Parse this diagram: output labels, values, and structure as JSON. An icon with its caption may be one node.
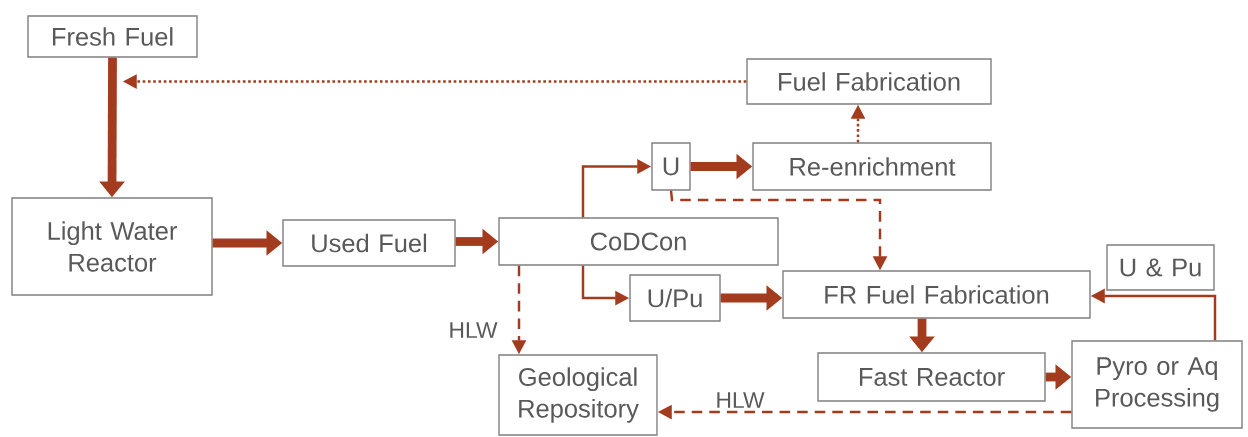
{
  "diagram": {
    "nodes": [
      {
        "text": [
          "Fresh Fuel"
        ]
      },
      {
        "text": [
          "Fuel Fabrication"
        ]
      },
      {
        "text": [
          "Light Water Reactor"
        ]
      },
      {
        "text": [
          "Used Fuel"
        ]
      },
      {
        "text": [
          "CoDCon"
        ]
      },
      {
        "text": [
          "U"
        ]
      },
      {
        "text": [
          "Re-enrichment"
        ]
      },
      {
        "text": [
          "U/Pu"
        ]
      },
      {
        "text": [
          "FR Fuel Fabrication"
        ]
      },
      {
        "text": [
          "U & Pu"
        ]
      },
      {
        "text": [
          "Geological Repository"
        ]
      },
      {
        "text": [
          "Fast Reactor"
        ]
      },
      {
        "text": [
          "Pyro or Aq Processing"
        ]
      }
    ],
    "edges": [
      {
        "from": 0,
        "to": 2,
        "arrow": "to",
        "style": "thick"
      },
      {
        "from": 1,
        "to": 0,
        "arrow": "to",
        "style": "dashed"
      },
      {
        "from": 6,
        "to": 1,
        "arrow": "to",
        "style": "dashed"
      },
      {
        "from": 2,
        "to": 3,
        "arrow": "to",
        "style": "thick"
      },
      {
        "from": 3,
        "to": 4,
        "arrow": "to",
        "style": "thick"
      },
      {
        "from": 4,
        "to": 5,
        "arrow": "to"
      },
      {
        "from": 4,
        "to": 7,
        "arrow": "to"
      },
      {
        "from": 5,
        "to": 6,
        "arrow": "to",
        "style": "thick"
      },
      {
        "from": 5,
        "to": 8,
        "arrow": "to",
        "style": "dashed"
      },
      {
        "from": 4,
        "to": 10,
        "arrow": "to",
        "style": "dashed",
        "label": "HLW"
      },
      {
        "from": 7,
        "to": 8,
        "arrow": "to",
        "style": "thick"
      },
      {
        "from": 8,
        "to": 11,
        "arrow": "to",
        "style": "thick"
      },
      {
        "from": 11,
        "to": 12,
        "arrow": "to",
        "style": "thick"
      },
      {
        "from": 12,
        "to": 8,
        "arrow": "to"
      },
      {
        "from": 12,
        "to": 10,
        "arrow": "to",
        "style": "dashed",
        "label": "HLW"
      }
    ]
  }
}
